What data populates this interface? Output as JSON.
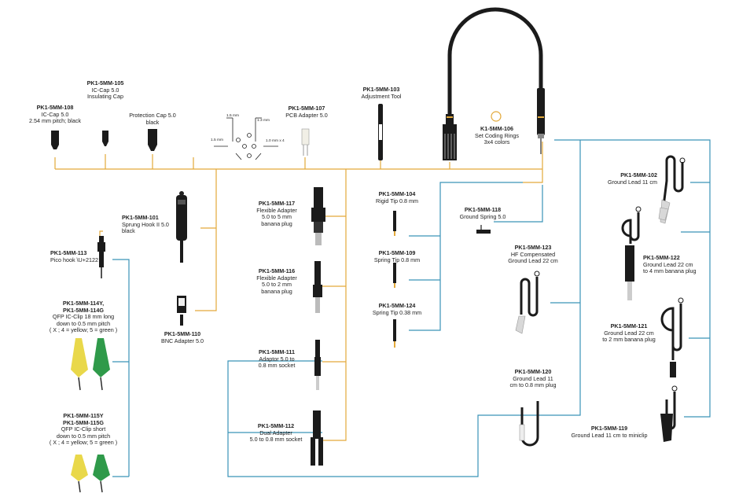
{
  "colors": {
    "amber_line": "#e3a93a",
    "blue_line": "#3a93b8",
    "part_black": "#1b1b1b",
    "yellow_clip": "#e9d84a",
    "green_clip": "#2f9a4a",
    "clip_grey": "#cfcfcf"
  },
  "parts": {
    "p105": {
      "pn": "PK1-5MM-105",
      "desc": [
        "IC-Cap 5.0",
        "Insulating Cap"
      ]
    },
    "p108": {
      "pn": "PK1-5MM-108",
      "desc": [
        "IC-Cap 5.0",
        "2.54 mm pitch; black"
      ]
    },
    "pcap": {
      "pn": "",
      "desc": [
        "Protection Cap 5.0",
        "black"
      ]
    },
    "p107": {
      "pn": "PK1-5MM-107",
      "desc": [
        "PCB Adapter 5.0"
      ]
    },
    "p103": {
      "pn": "PK1-5MM-103",
      "desc": [
        "Adjustment Tool"
      ]
    },
    "p106": {
      "pn": "K1-5MM-106",
      "desc": [
        "Set Coding Rings",
        "3x4 colors"
      ]
    },
    "p101": {
      "pn": "PK1-5MM-101",
      "desc": [
        "Sprung Hook II 5.0",
        "black"
      ]
    },
    "p113": {
      "pn": "PK1-5MM-113",
      "desc": [
        "Pico hook \\U+2122"
      ]
    },
    "p110": {
      "pn": "PK1-5MM-110",
      "desc": [
        "BNC Adapter 5.0"
      ]
    },
    "p114": {
      "pn": "PK1-5MM-114Y,",
      "pn2": "PK1-5MM-114G",
      "desc": [
        "QFP IC-Clip 18 mm long",
        "down to 0.5 mm pitch",
        "( X ; 4 = yellow; 5 = green )"
      ]
    },
    "p115": {
      "pn": "PK1-5MM-115Y",
      "pn2": "PK1-5MM-115G",
      "desc": [
        "QFP IC-Clip short",
        "down to 0.5 mm pitch",
        "( X ; 4 = yellow; 5 = green )"
      ]
    },
    "p117": {
      "pn": "PK1-5MM-117",
      "desc": [
        "Flexible Adapter",
        "5.0 to 5 mm",
        "banana plug"
      ]
    },
    "p116": {
      "pn": "PK1-5MM-116",
      "desc": [
        "Flexible Adapter",
        "5.0 to 2 mm",
        "banana plug"
      ]
    },
    "p111": {
      "pn": "PK1-5MM-111",
      "desc": [
        "Adaptor 5.0 to",
        "0.8 mm socket"
      ]
    },
    "p112": {
      "pn": "PK1-5MM-112",
      "desc": [
        "Dual Adapter",
        "5.0 to 0.8 mm socket"
      ]
    },
    "p104": {
      "pn": "PK1-5MM-104",
      "desc": [
        "Rigid Tip 0.8 mm"
      ]
    },
    "p109": {
      "pn": "PK1-5MM-109",
      "desc": [
        "Spring Tip 0.8 mm"
      ]
    },
    "p124": {
      "pn": "PK1-5MM-124",
      "desc": [
        "Spring Tip 0.38 mm"
      ]
    },
    "p118": {
      "pn": "PK1-5MM-118",
      "desc": [
        "Ground Spring 5.0"
      ]
    },
    "p123": {
      "pn": "PK1-5MM-123",
      "desc": [
        "HF Compensated",
        "Ground Lead 22 cm"
      ]
    },
    "p120": {
      "pn": "PK1-5MM-120",
      "desc": [
        "Ground Lead 11",
        "cm to 0.8 mm plug"
      ]
    },
    "p102": {
      "pn": "PK1-5MM-102",
      "desc": [
        "Ground Lead 11 cm"
      ]
    },
    "p122": {
      "pn": "PK1-5MM-122",
      "desc": [
        "Ground Lead 22 cm",
        "to 4 mm banana plug"
      ]
    },
    "p121": {
      "pn": "PK1-5MM-121",
      "desc": [
        "Ground Lead 22 cm",
        "to 2 mm banana plug"
      ]
    },
    "p119": {
      "pn": "PK1-5MM-119",
      "desc": [
        "Ground Lead 11 cm to miniclip"
      ]
    }
  },
  "dims": {
    "d1": "1.5 mm",
    "d2": "1.3 mm",
    "d3": "1.5 mm",
    "d4": "1.0 mm x 4"
  }
}
